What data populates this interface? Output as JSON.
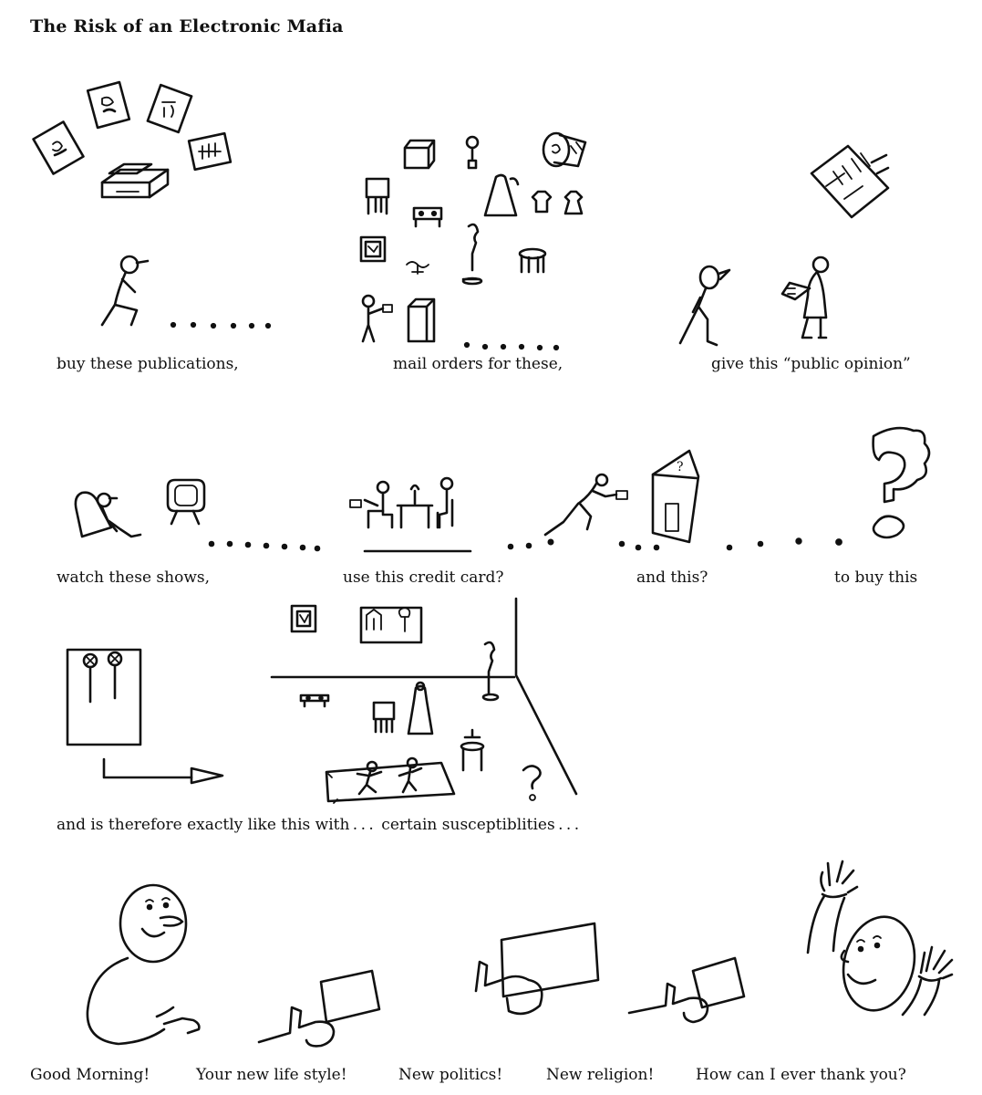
{
  "title": "The Risk of an Electronic Mafia",
  "captions": {
    "row1": {
      "publications": "buy these publications,",
      "mail_orders": "mail orders for these,",
      "public_opinion": "give this “public opinion”"
    },
    "row2": {
      "shows": "watch these shows,",
      "credit_card": "use this credit card?",
      "and_this": "and this?",
      "buy_this": "to buy this"
    },
    "row3": {
      "therefore": "and is therefore exactly like this with . . . certain susceptiblities . . ."
    },
    "row4": {
      "good_morning": "Good Morning!",
      "life_style": "Your new life style!",
      "politics": "New politics!",
      "religion": "New religion!",
      "thank_you": "How can I ever thank you?"
    }
  },
  "question_mark_glyph": "?"
}
